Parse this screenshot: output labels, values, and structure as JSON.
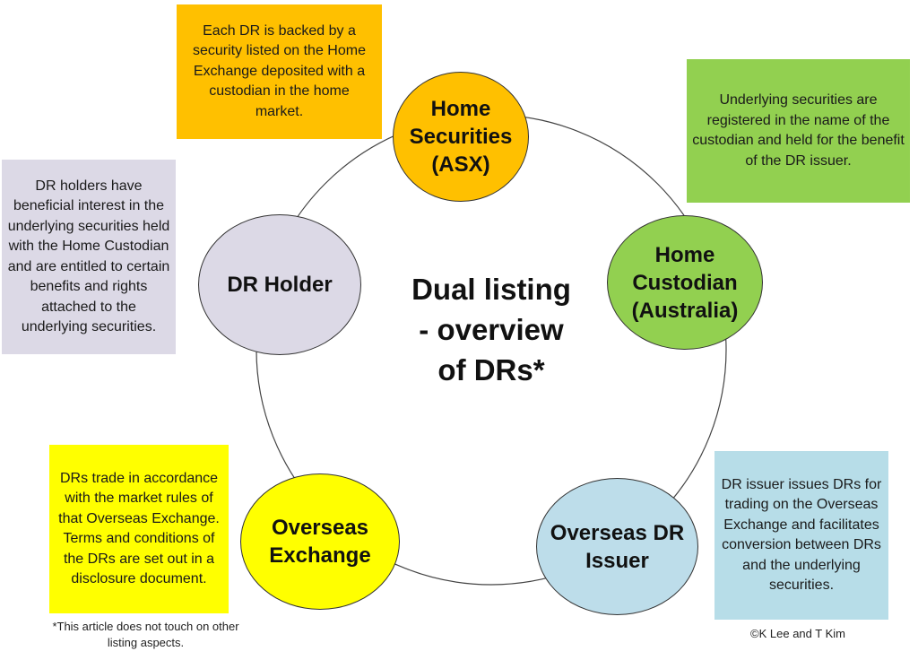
{
  "title": "Dual listing\n- overview\nof DRs*",
  "nodes": {
    "home_securities": {
      "label": "Home\nSecurities\n(ASX)",
      "color": "#FFC000"
    },
    "home_custodian": {
      "label": "Home\nCustodian\n(Australia)",
      "color": "#92D050"
    },
    "overseas_issuer": {
      "label": "Overseas DR\nIssuer",
      "color": "#BDDDEA"
    },
    "overseas_exchange": {
      "label": "Overseas\nExchange",
      "color": "#FFFF00"
    },
    "dr_holder": {
      "label": "DR Holder",
      "color": "#DCD9E6"
    }
  },
  "boxes": {
    "home_securities": {
      "text": "Each DR is backed by a security listed on the Home Exchange deposited with a custodian in the home market.",
      "color": "#FFC000"
    },
    "home_custodian": {
      "text": "Underlying securities are registered in the name of the custodian and held for the benefit of the DR issuer.",
      "color": "#92D050"
    },
    "overseas_issuer": {
      "text": "DR issuer issues DRs for trading on the Overseas Exchange and facilitates conversion between DRs and the underlying securities.",
      "color": "#B7DDE8"
    },
    "overseas_exchange": {
      "text": "DRs trade in accordance with the market rules of that Overseas Exchange. Terms and conditions of the DRs are set out in a disclosure document.",
      "color": "#FFFF00"
    },
    "dr_holder": {
      "text": "DR holders have beneficial interest in the underlying securities held with the Home Custodian and are entitled to certain benefits and rights attached to the underlying securities.",
      "color": "#DCD9E6"
    }
  },
  "footnote": "*This article does not touch on other listing aspects.",
  "copyright": "©K Lee and T Kim"
}
